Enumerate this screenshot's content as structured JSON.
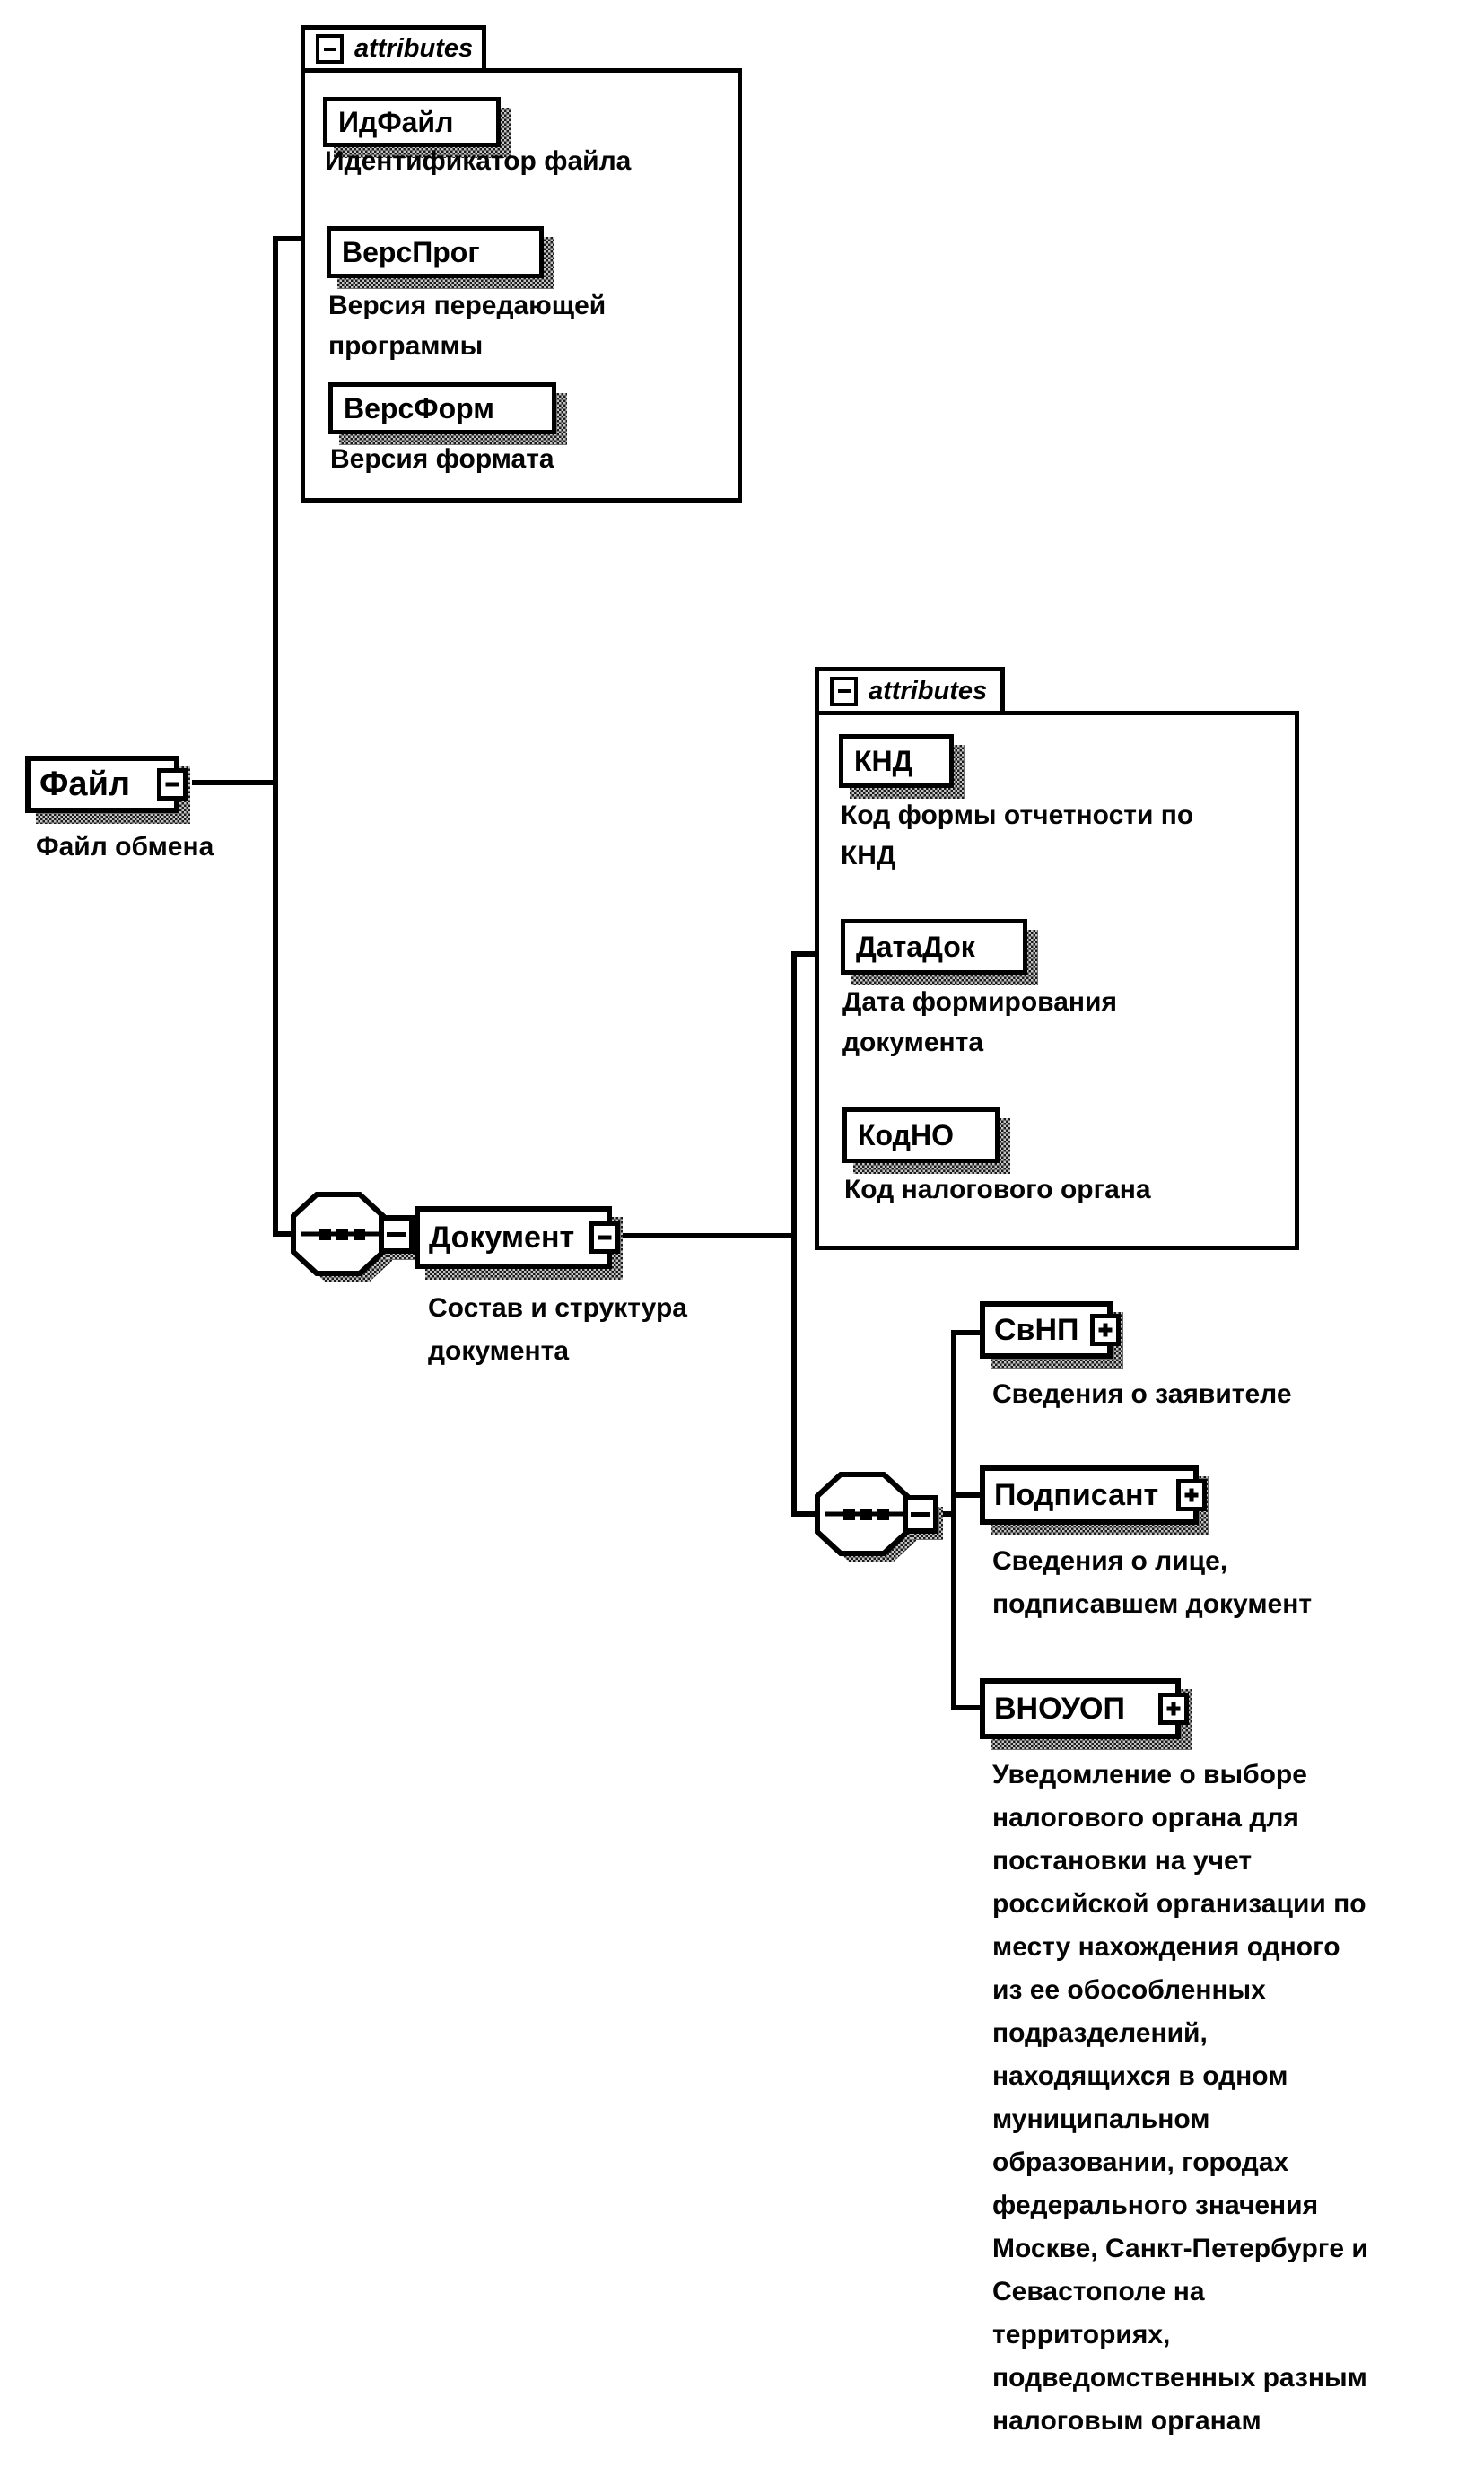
{
  "colors": {
    "ink": "#000000",
    "paper": "#ffffff",
    "shadow_gray": "#c4c4c4"
  },
  "icons": {
    "collapse": "minus-icon",
    "expand": "plus-icon",
    "compositor": "sequence-icon"
  },
  "nodes": {
    "file": {
      "name": "Файл",
      "caption": "Файл обмена"
    },
    "file_attributes": {
      "label": "attributes",
      "items": [
        {
          "name": "ИдФайл",
          "caption": "Идентификатор файла"
        },
        {
          "name": "ВерсПрог",
          "caption": "Версия передающей\nпрограммы"
        },
        {
          "name": "ВерсФорм",
          "caption": "Версия формата"
        }
      ]
    },
    "document": {
      "name": "Документ",
      "caption": "Состав и структура\nдокумента"
    },
    "document_attributes": {
      "label": "attributes",
      "items": [
        {
          "name": "КНД",
          "caption": "Код формы отчетности по\nКНД"
        },
        {
          "name": "ДатаДок",
          "caption": "Дата формирования\nдокумента"
        },
        {
          "name": "КодНО",
          "caption": "Код налогового органа"
        }
      ]
    },
    "document_children": [
      {
        "name": "СвНП",
        "caption": "Сведения о заявителе"
      },
      {
        "name": "Подписант",
        "caption": "Сведения о лице,\nподписавшем документ"
      },
      {
        "name": "ВНОУОП",
        "caption": "Уведомление о выборе\nналогового органа для\nпостановки на учет\nроссийской организации по\nместу нахождения одного\nиз ее обособленных\nподразделений,\nнаходящихся в одном\nмуниципальном\nобразовании, городах\nфедерального значения\nМоскве, Санкт-Петербурге и\nСевастополе на\nтерриториях,\nподведомственных разным\nналоговым органам"
      }
    ]
  }
}
